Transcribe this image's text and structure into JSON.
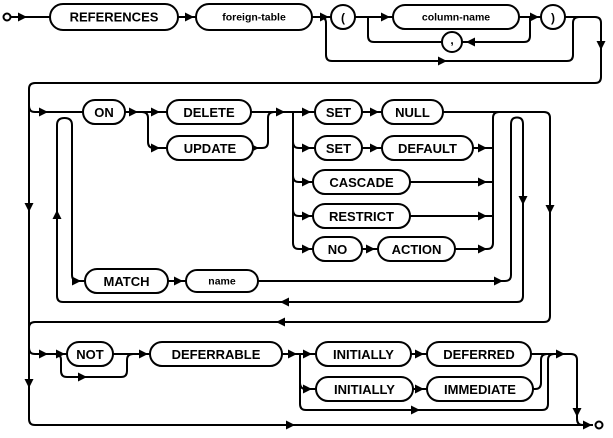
{
  "diagram": {
    "type": "railroad-syntax-diagram",
    "keywords": {
      "references": "REFERENCES",
      "on": "ON",
      "delete": "DELETE",
      "update": "UPDATE",
      "set": "SET",
      "null": "NULL",
      "default": "DEFAULT",
      "cascade": "CASCADE",
      "restrict": "RESTRICT",
      "no": "NO",
      "action": "ACTION",
      "match": "MATCH",
      "not": "NOT",
      "deferrable": "DEFERRABLE",
      "initially": "INITIALLY",
      "deferred": "DEFERRED",
      "immediate": "IMMEDIATE"
    },
    "variables": {
      "foreign_table": "foreign-table",
      "column_name": "column-name",
      "name": "name"
    },
    "punctuation": {
      "open_paren": "(",
      "comma": ",",
      "close_paren": ")"
    },
    "colors": {
      "line": "#000000",
      "background": "#ffffff"
    }
  }
}
